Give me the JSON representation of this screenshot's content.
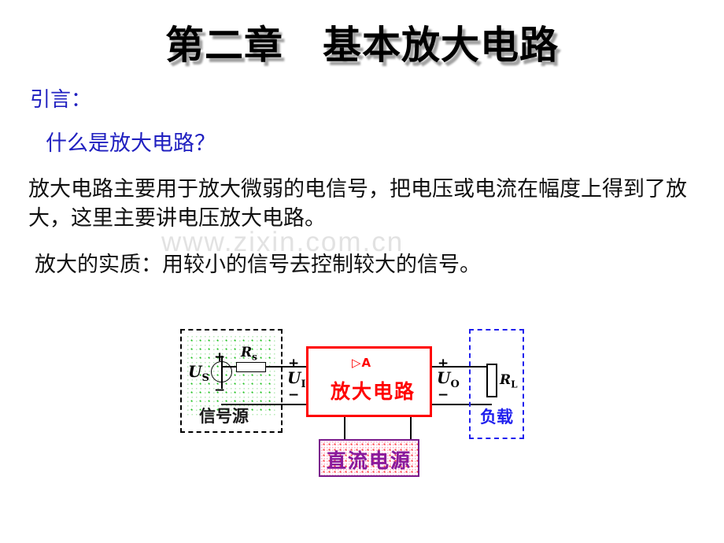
{
  "slide": {
    "title": "第二章　基本放大电路",
    "watermark": "www.zixin.com.cn"
  },
  "headings": {
    "intro_label": "引言：",
    "question": "什么是放大电路？"
  },
  "paragraphs": {
    "p1": "放大电路主要用于放大微弱的电信号，把电压或电流在幅度上得到了放大，这里主要讲电压放大电路。",
    "p2": "放大的实质：用较小的信号去控制较大的信号。"
  },
  "diagram": {
    "signal_source": {
      "box_label": "信号源",
      "source_symbol_label": "U",
      "source_symbol_sub": "S",
      "resistor_label": "R",
      "resistor_sub": "s",
      "plus": "+",
      "minus": "−"
    },
    "input": {
      "label": "U",
      "sub": "I",
      "plus": "+",
      "minus": "−"
    },
    "amplifier": {
      "symbol": "▷A",
      "label": "放大电路"
    },
    "output": {
      "label": "U",
      "sub": "O",
      "plus": "+",
      "minus": "−"
    },
    "load": {
      "box_label": "负载",
      "resistor_label": "R",
      "resistor_sub": "L"
    },
    "dc_supply": {
      "label": "直流电源"
    }
  },
  "colors": {
    "blue_text": "#2020c0",
    "amplifier_red": "#ff0000",
    "load_blue": "#2020ee",
    "dc_purple": "#8a1a9c",
    "source_green": "#22c322"
  }
}
